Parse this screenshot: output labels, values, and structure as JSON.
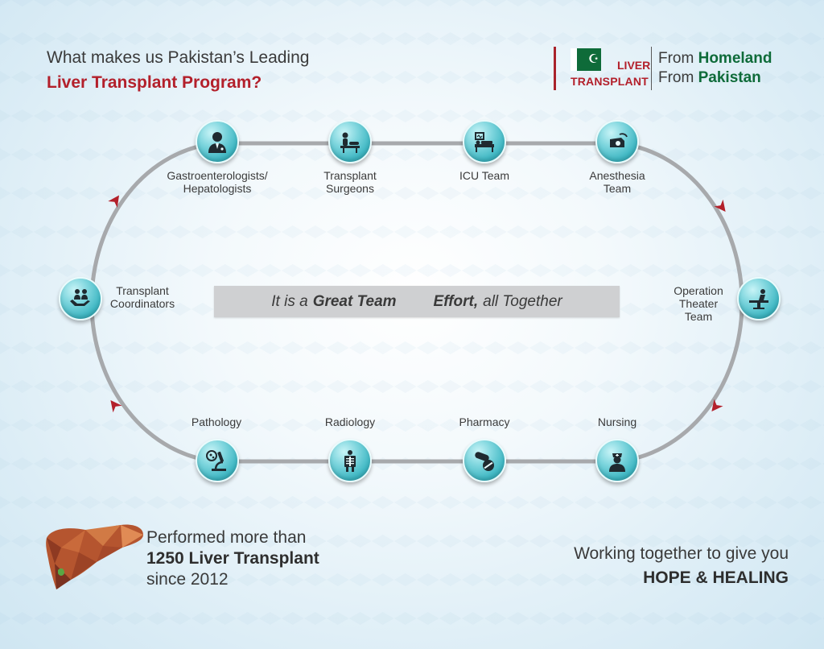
{
  "header": {
    "line1": "What makes us Pakistan’s Leading",
    "line2": "Liver Transplant Program?"
  },
  "brand": {
    "logo_word1": "LIVER",
    "logo_word2": "TRANSPLANT",
    "tag1_prefix": "From ",
    "tag1_bold": "Homeland",
    "tag2_prefix": "From ",
    "tag2_bold": "Pakistan",
    "flag_colors": {
      "green": "#0e6b39",
      "white": "#ffffff"
    }
  },
  "cycle": {
    "nodes": [
      {
        "id": "gastro",
        "label_line1": "Gastroenterologists/",
        "label_line2": "Hepatologists",
        "icon": "doctor-icon"
      },
      {
        "id": "surgeons",
        "label_line1": "Transplant",
        "label_line2": "Surgeons",
        "icon": "surgery-icon"
      },
      {
        "id": "icu",
        "label_line1": "ICU Team",
        "label_line2": "",
        "icon": "icu-bed-icon"
      },
      {
        "id": "anesthesia",
        "label_line1": "Anesthesia",
        "label_line2": "Team",
        "icon": "anesthesia-icon"
      },
      {
        "id": "ot",
        "label_line1": "Operation",
        "label_line2": "Theater",
        "label_line3": "Team",
        "icon": "operating-table-icon"
      },
      {
        "id": "nursing",
        "label_line1": "Nursing",
        "icon": "nurse-icon"
      },
      {
        "id": "pharmacy",
        "label_line1": "Pharmacy",
        "icon": "pills-icon"
      },
      {
        "id": "radiology",
        "label_line1": "Radiology",
        "icon": "xray-icon"
      },
      {
        "id": "pathology",
        "label_line1": "Pathology",
        "icon": "microscope-icon"
      },
      {
        "id": "coordinators",
        "label_line1": "Transplant",
        "label_line2": "Coordinators",
        "icon": "caring-hands-icon"
      }
    ],
    "ring_color": "#a7a9ac",
    "arrow_color": "#b3202b",
    "node_color": "#3fb7c3"
  },
  "banner": {
    "part1": "It is a",
    "bold1": "Great Team",
    "bold2": "Effort,",
    "part2": "all Together"
  },
  "footer_left": {
    "line1": "Performed more than",
    "line2": "1250 Liver Transplant",
    "line3": "since 2012"
  },
  "footer_right": {
    "line1": "Working together to give you",
    "line2": "HOPE & HEALING"
  }
}
